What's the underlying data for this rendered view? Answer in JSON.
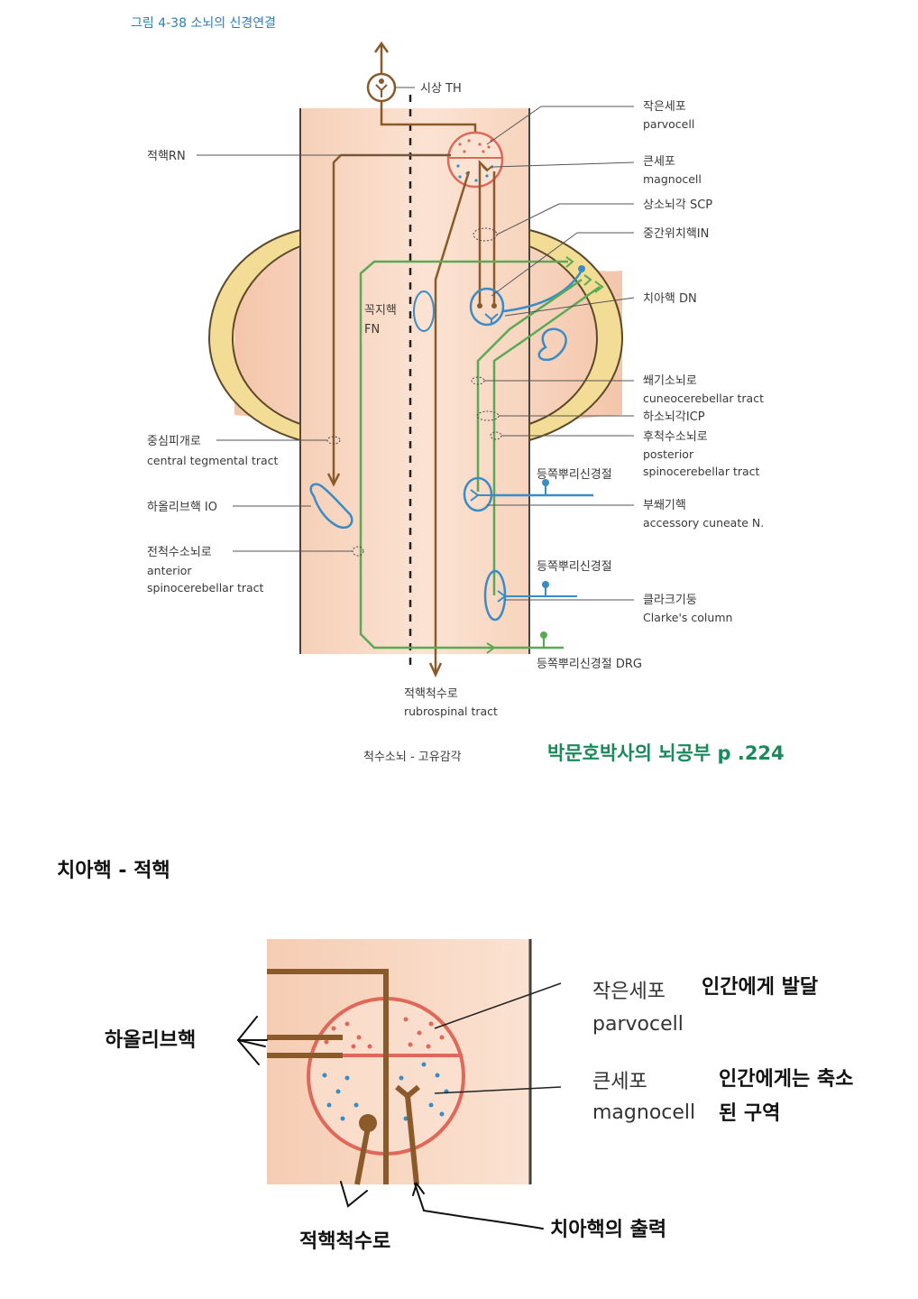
{
  "top_figure": {
    "caption": "그림 4-38 소뇌의 신경연결",
    "labels": {
      "thalamus": "시상 TH",
      "parvocell_kr": "작은세포",
      "parvocell_en": "parvocell",
      "red_nucleus": "적핵RN",
      "magnocell_kr": "큰세포",
      "magnocell_en": "magnocell",
      "scp": "상소뇌각 SCP",
      "interposed": "중간위치핵IN",
      "fastigial_kr": "꼭지핵",
      "fastigial_en": "FN",
      "dentate": "치아핵 DN",
      "cuneocerebellar_kr": "쐐기소뇌로",
      "cuneocerebellar_en": "cuneocerebellar tract",
      "icp": "하소뇌각ICP",
      "posterior_scb_kr": "후척수소뇌로",
      "posterior_scb_en1": "posterior",
      "posterior_scb_en2": "spinocerebellar tract",
      "central_tegmental_kr": "중심피개로",
      "central_tegmental_en": "central tegmental tract",
      "drg_1": "등쪽뿌리신경절",
      "inferior_olive": "하올리브핵 IO",
      "accessory_cuneate_kr": "부쐐기핵",
      "accessory_cuneate_en": "accessory cuneate N.",
      "anterior_scb_kr": "전척수소뇌로",
      "anterior_scb_en1": "anterior",
      "anterior_scb_en2": "spinocerebellar tract",
      "drg_2": "등쪽뿌리신경절",
      "clarke_kr": "클라크기둥",
      "clarke_en": "Clarke's column",
      "drg_3": "등쪽뿌리신경절 DRG",
      "rubrospinal_kr": "적핵척수로",
      "rubrospinal_en": "rubrospinal tract",
      "footer": "척수소뇌 - 고유감각"
    },
    "source": "박문호박사의 뇌공부 p .224"
  },
  "section_title": "치아핵 - 적핵",
  "zoom_figure": {
    "parvocell_kr": "작은세포",
    "parvocell_en": "parvocell",
    "magnocell_kr": "큰세포",
    "magnocell_en": "magnocell"
  },
  "notes": {
    "parvocell_note": "인간에게 발달",
    "magnocell_note_1": "인간에게는 축소",
    "magnocell_note_2": "된 구역",
    "inferior_olive": "하올리브핵",
    "rubrospinal": "적핵척수로",
    "dentate_output": "치아핵의 출력"
  },
  "colors": {
    "brown": "#8b5a2b",
    "green": "#5aaa55",
    "blue": "#3a8cc4",
    "red": "#e0685a",
    "tissue": "#f8d7c2",
    "cerebellum": "#f3dc95"
  }
}
